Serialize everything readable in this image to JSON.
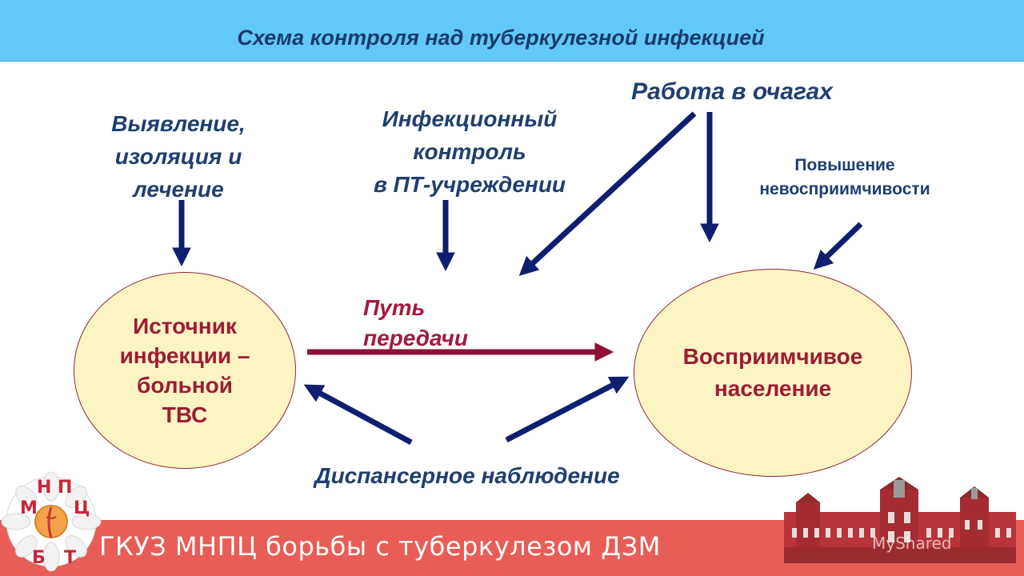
{
  "header": {
    "title": "Схема контроля над туберкулезной инфекцией"
  },
  "diagram": {
    "detection": "Выявление,\nизоляция и\nлечение",
    "infection_control": "Инфекционный\nконтроль\nв ПТ-учреждении",
    "foci_work": "Работа в очагах",
    "immunity": "Повышение\nневосприимчивости",
    "transmission": "Путь\nпередачи",
    "source": "Источник\nинфекции –\nбольной\nТВС",
    "susceptible": "Восприимчивое\nнаселение",
    "dispensary": "Диспансерное наблюдение"
  },
  "footer": {
    "org": "ГКУЗ МНПЦ борьбы с туберкулезом ДЗМ",
    "logo_letters": [
      "М",
      "Н",
      "П",
      "Ц",
      "Б",
      "Т"
    ],
    "watermark": "MyShared"
  },
  "colors": {
    "arrow_blue": "#0f1e6e",
    "arrow_red": "#8c1238",
    "title_bg": "#62c8f8",
    "footer_bg": "#e85d55",
    "ellipse_fill": "#fdf4c4"
  }
}
